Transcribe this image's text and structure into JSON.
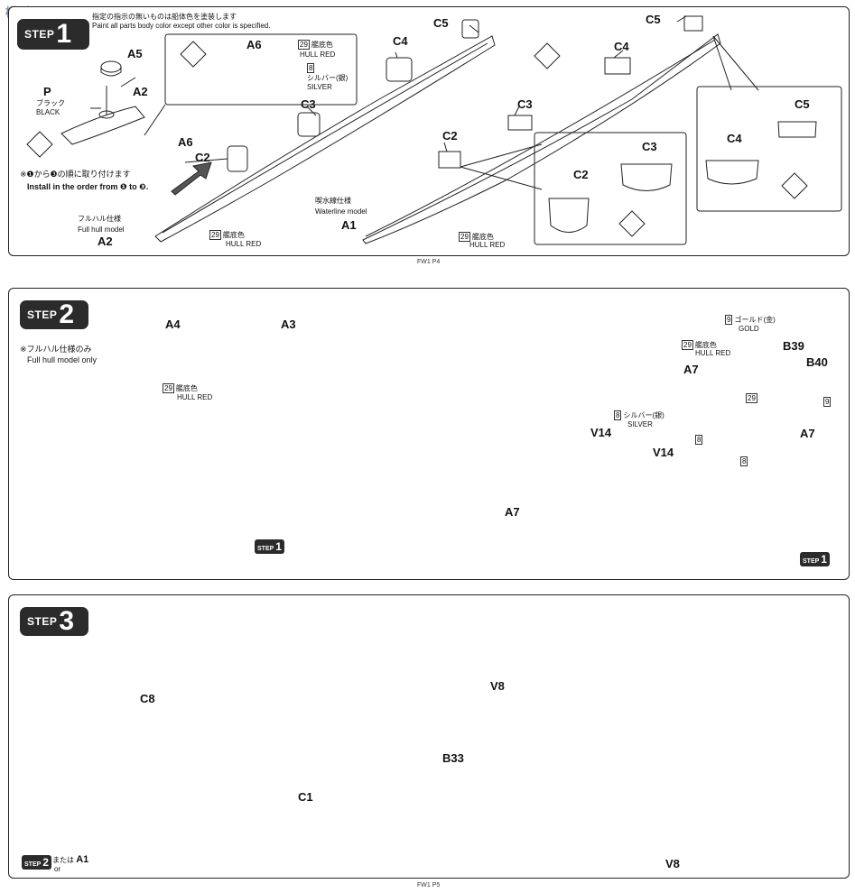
{
  "watermark": "模型网 HOBBY SEARCH",
  "step1": {
    "badge_word": "STEP",
    "badge_num": "1",
    "note_jp": "指定の指示の無いものは船体色を塗装します",
    "note_en": "Paint all parts body color except other color is specified.",
    "order_jp": "※❶から❸の順に取り付けます",
    "order_en": "Install in the order from ❶ to ❸.",
    "color_hull_num": "29",
    "color_hull_jp": "艦底色",
    "color_hull_en": "HULL RED",
    "color_silver_num": "8",
    "color_silver_jp": "シルバー(銀)",
    "color_silver_en": "SILVER",
    "color_black_jp": "ブラック",
    "color_black_en": "BLACK",
    "fullhull_jp": "フルハル仕様",
    "fullhull_en": "Full hull model",
    "waterline_jp": "喫水線仕様",
    "waterline_en": "Waterline model",
    "parts": [
      "A5",
      "P",
      "A2",
      "A6",
      "A6",
      "C2",
      "C3",
      "C4",
      "C5",
      "A2",
      "C5",
      "C4",
      "C3",
      "C2",
      "A1",
      "C2",
      "C3",
      "C4",
      "C5"
    ],
    "page": "FW1 P4"
  },
  "step2": {
    "badge_word": "STEP",
    "badge_num": "2",
    "fullhull_only_jp": "※フルハル仕様のみ",
    "fullhull_only_en": "Full hull model only",
    "color_hull_num": "29",
    "color_hull_jp": "艦底色",
    "color_hull_en": "HULL RED",
    "color_gold_num": "9",
    "color_gold_jp": "ゴールド(金)",
    "color_gold_en": "GOLD",
    "color_silver_num": "8",
    "color_silver_jp": "シルバー(銀)",
    "color_silver_en": "SILVER",
    "parts": {
      "a4": "A4",
      "a3": "A3",
      "a7": "A7",
      "b39": "B39",
      "b40": "B40",
      "v14": "V14"
    },
    "num_29": "29",
    "num_9": "9",
    "num_8": "8",
    "ref_step": "STEP",
    "ref_num": "1"
  },
  "step3": {
    "badge_word": "STEP",
    "badge_num": "3",
    "parts": {
      "c8": "C8",
      "c1": "C1",
      "v8": "V8",
      "b33": "B33"
    },
    "ref_step": "STEP",
    "ref_num": "2",
    "ref_or_jp": "または",
    "ref_a1": "A1",
    "ref_or_en": "or",
    "page": "FW1 P5"
  }
}
